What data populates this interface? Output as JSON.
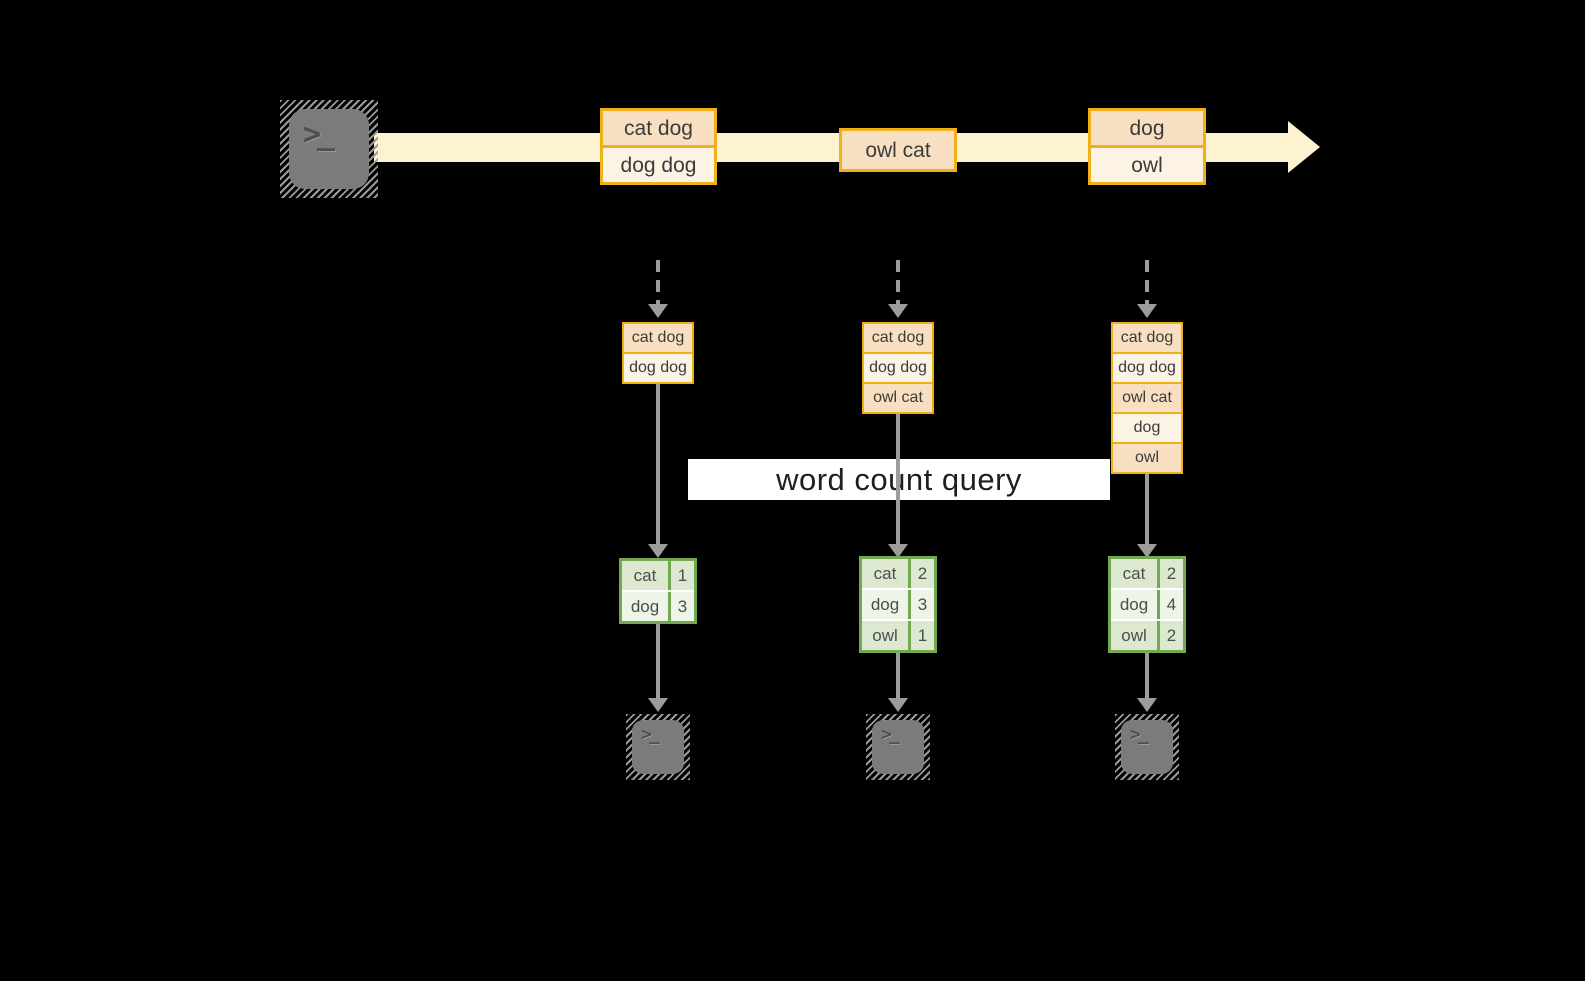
{
  "colors": {
    "background": "#000000",
    "stream_arrow_fill": "#fdf3d1",
    "batch_border": "#efb11a",
    "batch_cell_dark": "#f9dfc2",
    "batch_cell_light": "#fdf3e4",
    "result_border": "#71a850",
    "result_cell_dark": "#dce9d0",
    "result_cell_light": "#eef4e7",
    "arrow_gray": "#9c9c9c",
    "terminal_gray": "#7b7b7b",
    "query_band_bg": "#ffffff",
    "text_dark": "#3b3b3b"
  },
  "icons": {
    "terminal_glyph": ">_"
  },
  "query": {
    "label": "word count query"
  },
  "stream_batches": [
    {
      "lines": [
        "cat dog",
        "dog dog"
      ]
    },
    {
      "lines": [
        "owl cat"
      ]
    },
    {
      "lines": [
        "dog",
        "owl"
      ]
    }
  ],
  "state_batches": [
    {
      "lines": [
        "cat dog",
        "dog dog"
      ]
    },
    {
      "lines": [
        "cat dog",
        "dog dog",
        "owl cat"
      ]
    },
    {
      "lines": [
        "cat dog",
        "dog dog",
        "owl cat",
        "dog",
        "owl"
      ]
    }
  ],
  "result_tables": [
    {
      "rows": [
        {
          "word": "cat",
          "count": "1"
        },
        {
          "word": "dog",
          "count": "3"
        }
      ]
    },
    {
      "rows": [
        {
          "word": "cat",
          "count": "2"
        },
        {
          "word": "dog",
          "count": "3"
        },
        {
          "word": "owl",
          "count": "1"
        }
      ]
    },
    {
      "rows": [
        {
          "word": "cat",
          "count": "2"
        },
        {
          "word": "dog",
          "count": "4"
        },
        {
          "word": "owl",
          "count": "2"
        }
      ]
    }
  ]
}
